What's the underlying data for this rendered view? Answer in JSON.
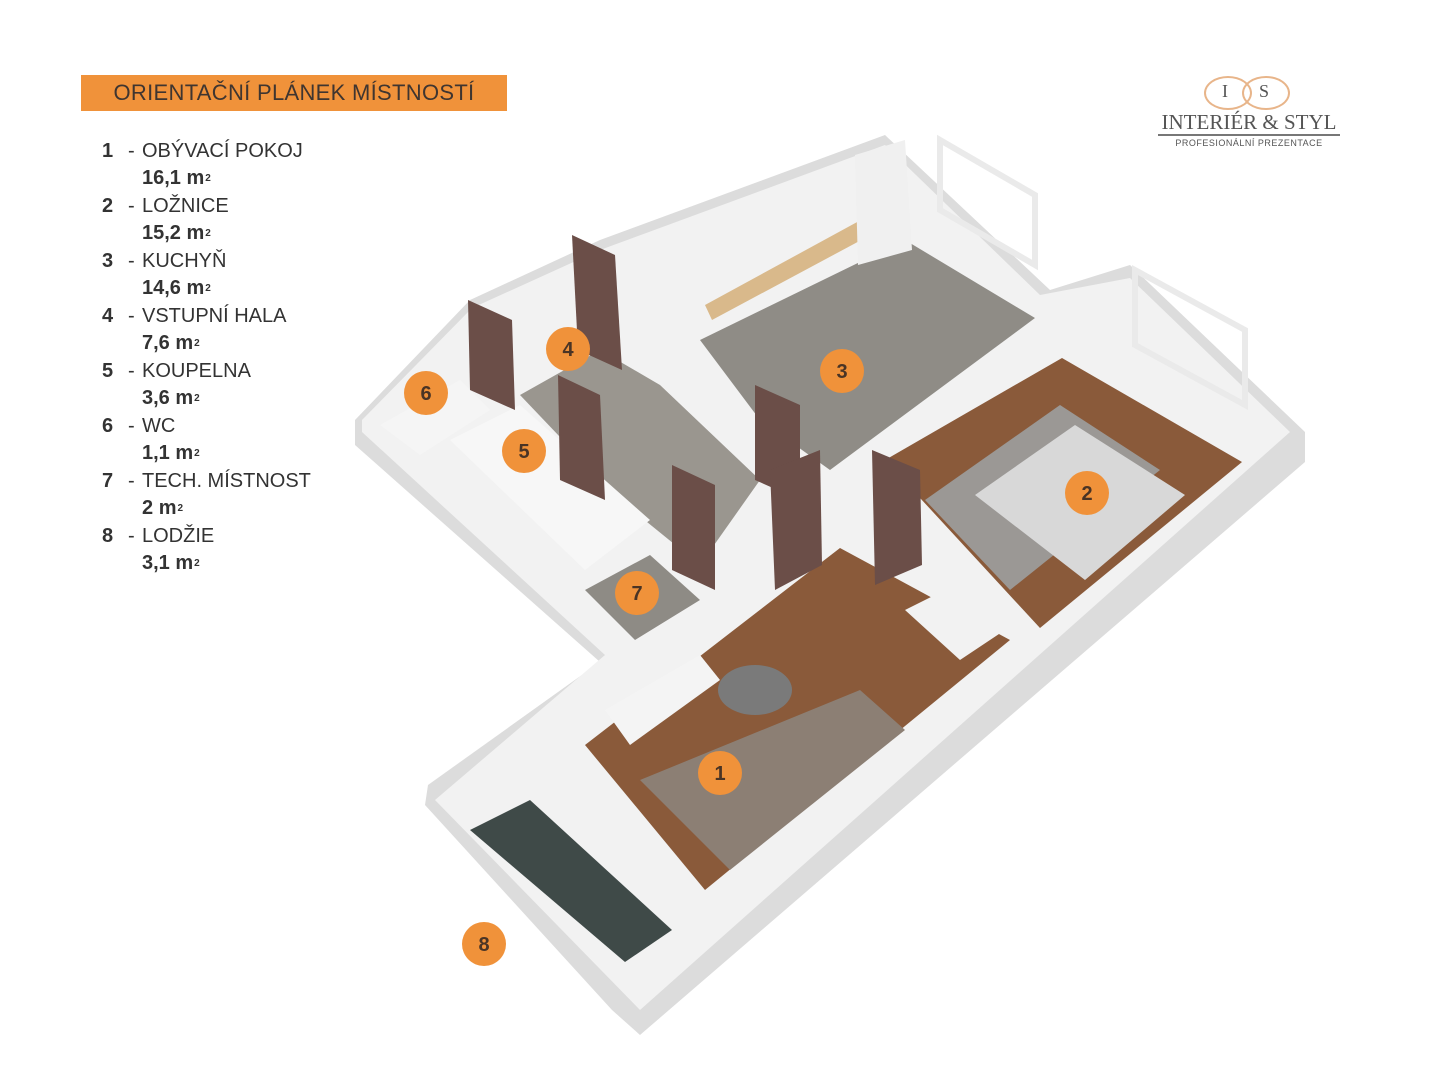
{
  "title": "ORIENTAČNÍ PLÁNEK MÍSTNOSTÍ",
  "logo": {
    "monogram_left": "I",
    "monogram_right": "S",
    "brand": "INTERIÉR & STYL",
    "tagline": "PROFESIONÁLNÍ PREZENTACE"
  },
  "unit": "m",
  "unit_exp": "2",
  "rooms": [
    {
      "number": "1",
      "name": "OBÝVACÍ POKOJ",
      "area": "16,1"
    },
    {
      "number": "2",
      "name": "LOŽNICE",
      "area": "15,2"
    },
    {
      "number": "3",
      "name": "KUCHYŇ",
      "area": "14,6"
    },
    {
      "number": "4",
      "name": "VSTUPNÍ HALA",
      "area": "7,6"
    },
    {
      "number": "5",
      "name": "KOUPELNA",
      "area": "3,6"
    },
    {
      "number": "6",
      "name": "WC",
      "area": "1,1"
    },
    {
      "number": "7",
      "name": "TECH. MÍSTNOST",
      "area": "2"
    },
    {
      "number": "8",
      "name": "LODŽIE",
      "area": "3,1"
    }
  ],
  "colors": {
    "accent": "#f0923a",
    "wood": "#8a5a3a",
    "floor_gray": "#8f8c86",
    "wall": "#e6e6e6"
  }
}
